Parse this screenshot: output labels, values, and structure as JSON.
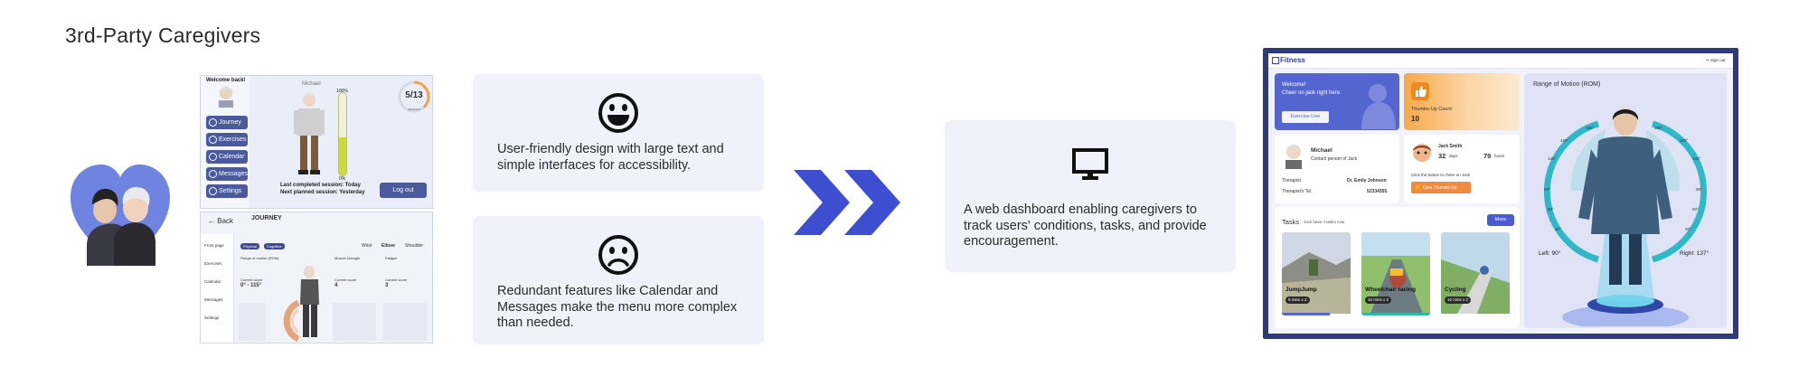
{
  "page": {
    "title": "3rd-Party Caregivers"
  },
  "home_screen": {
    "welcome": "Welcome back!",
    "menu": [
      "Journey",
      "Exercises",
      "Calendar",
      "Messages",
      "Settings"
    ],
    "user_name": "Michael",
    "progress_top": "100%",
    "progress_bottom": "0%",
    "progress_fraction": 0.46,
    "sessions_ring": "5/13",
    "sessions_ring_fraction": 0.38,
    "sessions_caption": "sessions",
    "last_session": "Last completed session: Today",
    "next_session": "Next planned session: Yesterday",
    "logout": "Log out"
  },
  "journey_screen": {
    "back": "Back",
    "title": "JOURNEY",
    "nav": [
      "Front page",
      "Exercises",
      "Calendar",
      "Messages",
      "Settings"
    ],
    "pills": [
      "Physical",
      "Cognitive"
    ],
    "joints": [
      "Wrist",
      "Elbow",
      "Shoulder"
    ],
    "columns": [
      "Range of motion (ROM)",
      "Muscle strength",
      "Fatigue"
    ],
    "current_label": "Current score",
    "current_values": [
      "0° - 115°",
      "4",
      "3"
    ]
  },
  "cards": {
    "good": {
      "emoji": "smiling-face-icon",
      "text": "User-friendly design with large text and simple interfaces for accessibility."
    },
    "bad": {
      "emoji": "frowning-face-icon",
      "text": "Redundant features like Calendar and Messages make the menu more complex than needed."
    },
    "web": {
      "icon": "monitor-icon",
      "text": "A web dashboard enabling caregivers to track users' conditions, tasks, and provide encouragement."
    }
  },
  "dashboard": {
    "brand": "Fitness",
    "sign_out": "Sign out",
    "welcome_line1": "Welcome!",
    "welcome_line2": "Cheer on jack right here.",
    "exercise_button": "Exercise Live",
    "thumbs_title": "Thumbs-Up Count",
    "thumbs_value": "10",
    "caregiver_name": "Michael",
    "caregiver_role": "Contact person of Jack",
    "therapist_label": "Therapist",
    "therapist_value": "Dr. Emily Johnson",
    "therapist_tel_label": "Therapist's Tel.",
    "therapist_tel_value": "52334355",
    "patient_name": "Jack Smith",
    "patient_age": "32",
    "patient_age_unit": "days",
    "patient_hours": "79",
    "patient_hours_unit": "hours",
    "cheer_prompt": "Click the button to cheer on Jack",
    "thumbs_button": "Give Thumbs Up",
    "tasks_title": "Tasks",
    "tasks_sub": "Jack have 4 tasks now",
    "more_button": "More",
    "tasks": [
      {
        "name": "JumpJump",
        "badge": "5 mins x 2",
        "progress": 0.7
      },
      {
        "name": "Wheelchair racing",
        "badge": "10 mins x 2",
        "progress": 1.0
      },
      {
        "name": "Cycling",
        "badge": "10 mins x 2",
        "progress": 0.0
      }
    ],
    "rom_title": "Range of Motion (ROM)",
    "rom_left": "Left: 90°",
    "rom_right": "Right: 137°",
    "rom_ticks": [
      "180°",
      "150°",
      "120°",
      "90°",
      "60°",
      "30°"
    ],
    "colors": {
      "frame": "#2e3a7a",
      "accent": "#4a5ad0",
      "gauge": "#2fb8c8",
      "chevron": "#3d4fd0"
    }
  }
}
